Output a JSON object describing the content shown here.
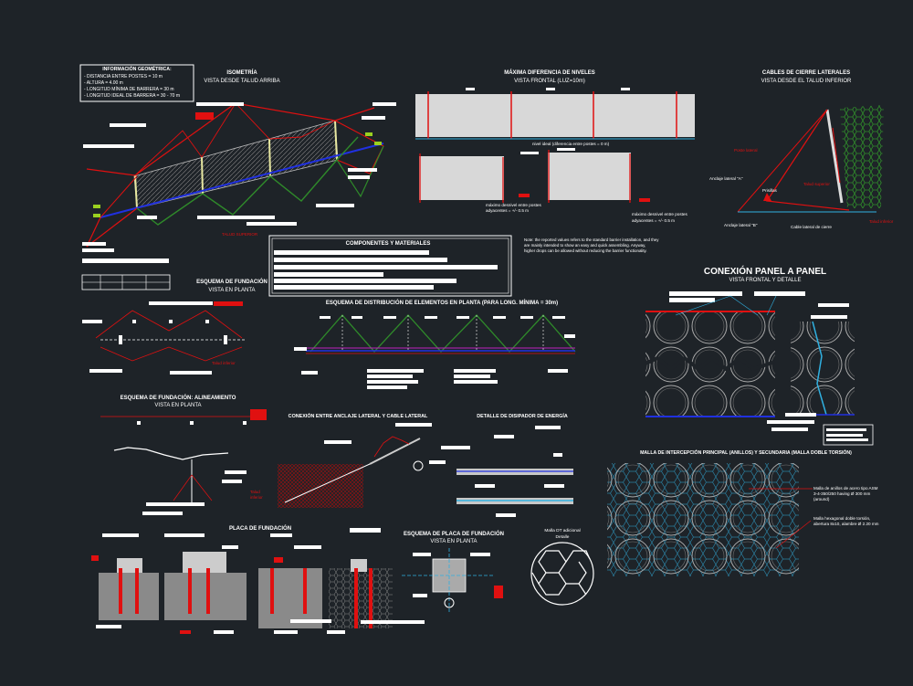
{
  "colors": {
    "bg": "#1e2328",
    "white": "#ffffff",
    "red": "#e01010",
    "green": "#2f8a2a",
    "blue": "#2030e0",
    "cyan": "#30b0e0",
    "grey": "#c8c8c8",
    "mesh": "#9a9a9a"
  },
  "geo_info": {
    "title": "INFORMACIÓN GEOMÉTRICA:",
    "lines": [
      "- DISTANCIA ENTRE POSTES = 10 m",
      "- ALTURA = 4.00 m",
      "- LONGITUD MÍNIMA DE BARRERA = 30 m",
      "- LONGITUD IDEAL DE BARRERA = 30 - 70 m"
    ]
  },
  "isometria": {
    "title": "ISOMETRÍA",
    "subtitle": "VISTA DESDE TALUD ARRIBA",
    "slope_label": "TALUD SUPERIOR"
  },
  "niveles": {
    "title": "MÁXIMA DIFERENCIA DE NIVELES",
    "subtitle": "VISTA FRONTAL (LUZ=10m)",
    "ideal": "nivel ideal (diferencia entre postes = 0 m)",
    "left_note": [
      "máximo desnivel entre postes",
      "adyacentes = +/- 0.5 m"
    ],
    "right_note": [
      "máximo desnivel entre postes",
      "adyacentes = +/- 0.5 m"
    ],
    "note": [
      "Note: the reported values refers to the standard barrier installation, and they",
      "are mainly intended to show an easy and quick assembling. Anyway,",
      "higher drops can be allowed without reducing the barrier functionality."
    ]
  },
  "cables": {
    "title": "CABLES DE CIERRE LATERALES",
    "subtitle": "VISTA DESDE EL TALUD INFERIOR",
    "labels": {
      "poste": "Poste lateral",
      "anclaje_a": "Anclaje lateral \"A\"",
      "prisillas": "Prisillas",
      "talud_sup": "Talud superior",
      "anclaje_b": "Anclaje lateral \"B\"",
      "cable": "Cable lateral de cierre",
      "talud_inf": "Talud inferior"
    }
  },
  "componentes": {
    "title": "COMPONENTES Y MATERIALES"
  },
  "fundacion": {
    "title": "ESQUEMA DE FUNDACIÓN",
    "subtitle": "VISTA EN PLANTA",
    "slope": "Talud inferior"
  },
  "distribucion": {
    "title": "ESQUEMA DE DISTRIBUCIÓN DE ELEMENTOS EN PLANTA (PARA LONG. MÍNIMA = 30m)"
  },
  "panel": {
    "title": "CONEXIÓN PANEL A PANEL",
    "subtitle": "VISTA FRONTAL Y DETALLE"
  },
  "alineamiento": {
    "title": "ESQUEMA DE FUNDACIÓN: ALINEAMIENTO",
    "subtitle": "VISTA EN PLANTA",
    "slope": [
      "Talud",
      "inferior"
    ]
  },
  "anclaje": {
    "title": "CONEXIÓN ENTRE ANCLAJE LATERAL Y CABLE LATERAL"
  },
  "disipador": {
    "title": "DETALLE DE DISIPADOR DE ENERGÍA"
  },
  "malla": {
    "title": "MALLA DE INTERCEPCIÓN PRINCIPAL (ANILLOS) Y SECUNDARIA (MALLA DOBLE TORSIÓN)",
    "note1": [
      "Malla de anillos de acero tipo ASM",
      "3-4-350/250 having Ø 300 mm",
      "(around)"
    ],
    "note2": [
      "Malla hexagonal doble torsión,",
      "abertura 8x10, alambre Ø 2.20 mm"
    ]
  },
  "placa": {
    "title": "PLACA DE FUNDACIÓN"
  },
  "placa_esquema": {
    "title": "ESQUEMA DE PLACA DE FUNDACIÓN",
    "subtitle": "VISTA EN PLANTA"
  },
  "detalle": {
    "title": "Malla DT adicional",
    "subtitle": "Detalle"
  }
}
